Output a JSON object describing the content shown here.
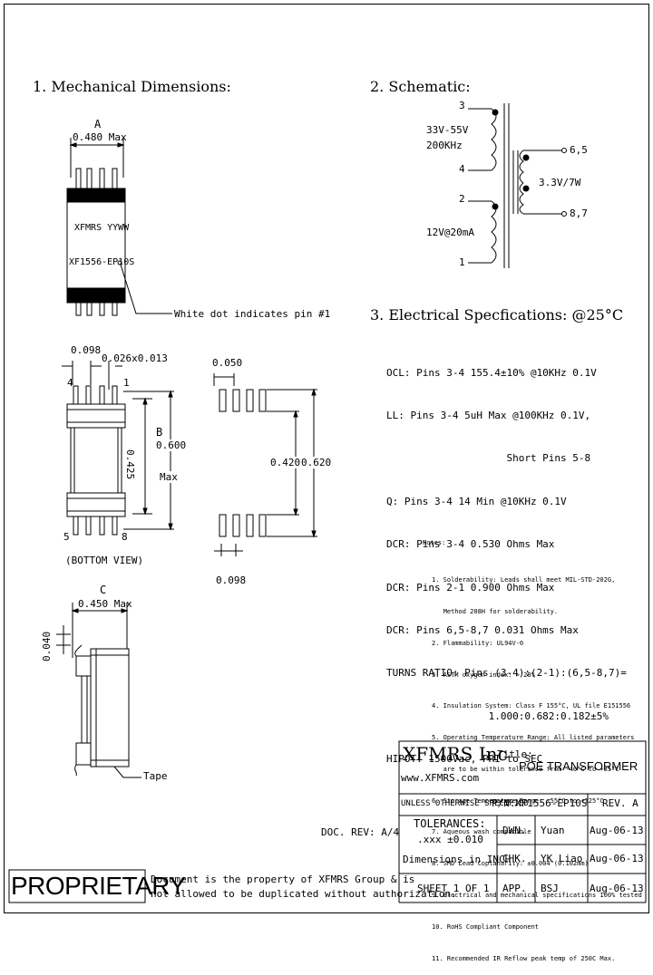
{
  "sections": {
    "mechanical": "1. Mechanical Dimensions:",
    "schematic": "2. Schematic:",
    "electrical": "3. Electrical Specfications: @25°C"
  },
  "mechanical": {
    "label_a": "A",
    "dim_a": "0.480 Max",
    "part_line1": "XFMRS YYWW",
    "part_line2": "XF1556-EP10S",
    "white_dot_note": "White dot indicates pin #1",
    "dim_0098_top": "0.098",
    "dim_pitch": "0.026x0.013",
    "pin4": "4",
    "pin1": "1",
    "pin5": "5",
    "pin8": "8",
    "dim_0425": "0.425",
    "label_b": "B",
    "dim_b": "0.600",
    "dim_b_max": "Max",
    "bottom_view": "(BOTTOM VIEW)",
    "pad_0050": "0.050",
    "pad_0420": "0.420",
    "pad_0620": "0.620",
    "pad_0098": "0.098",
    "label_c": "C",
    "dim_c": "0.450 Max",
    "dim_0040": "0.040",
    "tape": "Tape"
  },
  "schematic": {
    "pin3": "3",
    "pin4": "4",
    "pin2": "2",
    "pin1": "1",
    "pri_voltage": "33V-55V",
    "pri_freq": "200KHz",
    "aux": "12V@20mA",
    "pin65": "6,5",
    "pin87": "8,7",
    "sec": "3.3V/7W"
  },
  "electrical_specs": [
    "OCL: Pins 3-4 155.4±10% @10KHz 0.1V",
    "LL: Pins 3-4 5uH Max @100KHz 0.1V,",
    "                    Short Pins 5-8",
    "Q: Pins 3-4 14 Min @10KHz 0.1V",
    "DCR: Pins 3-4 0.530 Ohms Max",
    "DCR: Pins 2-1 0.900 Ohms Max",
    "DCR: Pins 6,5-8,7 0.031 Ohms Max",
    "TURNS RATIO: Pins (3-4):(2-1):(6,5-8,7)=",
    "                 1.000:0.682:0.182±5%",
    "HIPOT: 1500Vac, PRI to SEC"
  ],
  "notes_title": "Notes:",
  "notes": [
    "1. Solderability: Leads shall meet MIL-STD-202G,",
    "   Method 208H for solderability.",
    "2. Flammability: UL94V-0",
    "3. ASTM oxygen index: > 28%",
    "4. Insulation System: Class F 155°C, UL file E151556",
    "5. Operating Temperature Range: All listed parameters",
    "   are to be within tolerance from -40°C to +85°C",
    "6. Storage Temperature Range: -55°C to +125°C",
    "7. Aqueous wash compatible",
    "8. SMD Lead Coplanarity: ±0.004\"(0.102mm)",
    "9. Electrical and mechanical specifications 100% tested",
    "10. RoHS Compliant Component",
    "11. Recommended IR Reflow peak temp of 250C Max."
  ],
  "title_block": {
    "company": "XFMRS Inc",
    "website": "www.XFMRS.com",
    "title_label": "Title:",
    "title": "POE TRANSFORMER",
    "unless": "UNLESS OTHERWISE SPECIFIED",
    "pn_label": "P/N:",
    "pn": "XF1556-EP10S",
    "rev": "REV. A",
    "tolerances": "TOLERANCES:",
    "tol_value": ".xxx ±0.010",
    "dims": "Dimensions in INCH",
    "dwn_label": "DWN.",
    "dwn_name": "Yuan",
    "dwn_date": "Aug-06-13",
    "chk_label": "CHK.",
    "chk_name": "YK Liao",
    "chk_date": "Aug-06-13",
    "app_label": "APP.",
    "app_name": "BSJ",
    "app_date": "Aug-06-13",
    "sheet": "SHEET 1 OF 1",
    "doc_rev": "DOC. REV: A/4",
    "proprietary": "PROPRIETARY",
    "prop_line1": "Document is the property of XFMRS Group & is",
    "prop_line2": "not allowed to be duplicated without authorization."
  }
}
